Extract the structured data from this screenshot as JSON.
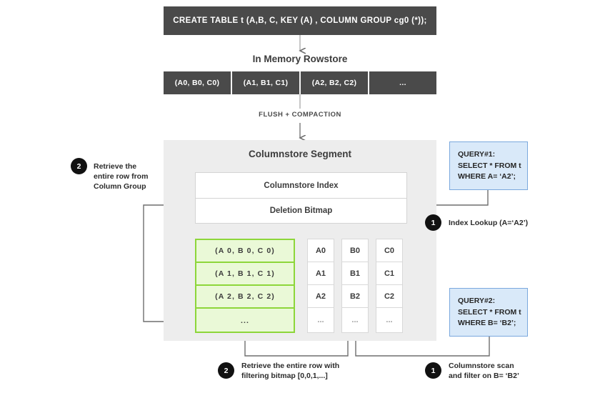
{
  "ddl": {
    "statement": "CREATE TABLE  t (A,B, C, KEY (A) , COLUMN GROUP cg0 (*));"
  },
  "rowstore": {
    "title": "In Memory Rowstore",
    "cells": [
      "(A0, B0, C0)",
      "(A1, B1, C1)",
      "(A2, B2, C2)",
      "..."
    ]
  },
  "pipeline": {
    "flush_label": "FLUSH + COMPACTION"
  },
  "segment": {
    "title": "Columnstore Segment",
    "meta": {
      "index_label": "Columnstore Index",
      "deletion_bitmap_label": "Deletion Bitmap"
    },
    "column_group": {
      "rows": [
        "(A 0, B 0, C 0)",
        "(A 1, B 1, C 1)",
        "(A 2, B 2, C 2)",
        "..."
      ]
    },
    "columns": [
      {
        "name": "column-a",
        "cells": [
          "A0",
          "A1",
          "A2",
          "..."
        ]
      },
      {
        "name": "column-b",
        "cells": [
          "B0",
          "B1",
          "B2",
          "..."
        ]
      },
      {
        "name": "column-c",
        "cells": [
          "C0",
          "C1",
          "C2",
          "..."
        ]
      }
    ]
  },
  "queries": [
    {
      "id": "query-1",
      "lines": [
        "QUERY#1:",
        "SELECT * FROM t",
        "WHERE A= ‘A2’;"
      ]
    },
    {
      "id": "query-2",
      "lines": [
        "QUERY#2:",
        "SELECT * FROM t",
        "WHERE B= ‘B2’;"
      ]
    }
  ],
  "annotations": {
    "left_retrieve": {
      "badge": "2",
      "text": "Retrieve the\nentire row from\nColumn Group"
    },
    "index_lookup": {
      "badge": "1",
      "text": "Index Lookup (A=‘A2’)"
    },
    "retrieve_with_bitmap": {
      "badge": "2",
      "text": "Retrieve the entire row with\nfiltering bitmap [0,0,1,...]"
    },
    "columnstore_scan": {
      "badge": "1",
      "text": "Columnstore scan\nand filter on B= ‘B2’"
    }
  },
  "colors": {
    "dark_bar": "#4a4a4a",
    "segment_bg": "#ededed",
    "column_group_fill": "#eaf9d7",
    "column_group_border": "#8dd63a",
    "query_fill": "#d9e9f9",
    "query_border": "#7aa8dd",
    "badge_bg": "#111111",
    "wire": "#6e6e6e"
  }
}
